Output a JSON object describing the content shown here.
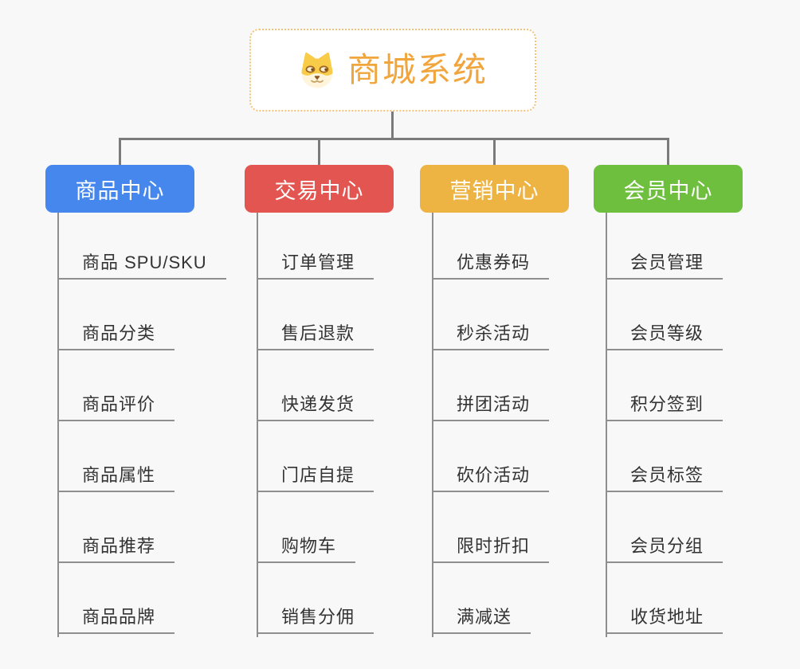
{
  "root": {
    "title": "商城系统",
    "icon": "dog-face-icon"
  },
  "branches": [
    {
      "label": "商品中心",
      "color": "#4687EE",
      "children": [
        "商品 SPU/SKU",
        "商品分类",
        "商品评价",
        "商品属性",
        "商品推荐",
        "商品品牌"
      ]
    },
    {
      "label": "交易中心",
      "color": "#E25551",
      "children": [
        "订单管理",
        "售后退款",
        "快递发货",
        "门店自提",
        "购物车",
        "销售分佣"
      ]
    },
    {
      "label": "营销中心",
      "color": "#EDB343",
      "children": [
        "优惠券码",
        "秒杀活动",
        "拼团活动",
        "砍价活动",
        "限时折扣",
        "满减送"
      ]
    },
    {
      "label": "会员中心",
      "color": "#6FBF3F",
      "children": [
        "会员管理",
        "会员等级",
        "积分签到",
        "会员标签",
        "会员分组",
        "收货地址"
      ]
    }
  ],
  "colors": {
    "background": "#F8F8F8",
    "connector": "#7B7B7B",
    "underline": "#8F8F8F",
    "text": "#333333",
    "root_text": "#F0A53D",
    "root_border": "#F4C377",
    "node_text": "#FFFFFF"
  }
}
